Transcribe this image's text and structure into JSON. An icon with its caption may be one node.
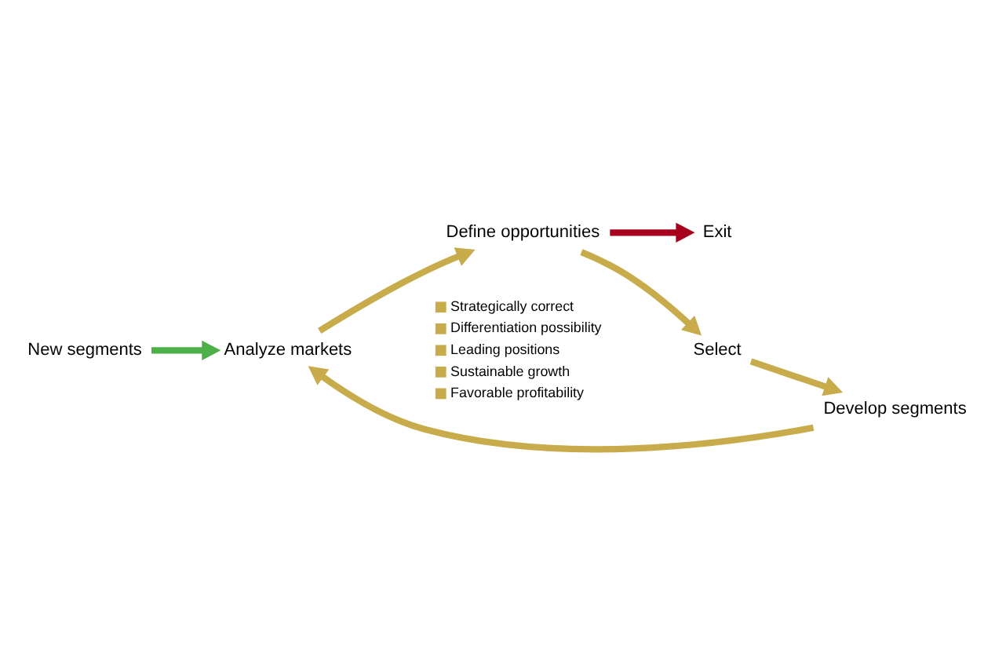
{
  "diagram": {
    "nodes": [
      {
        "text": [
          "New segments"
        ]
      },
      {
        "text": [
          "Analyze markets"
        ]
      },
      {
        "text": [
          "Define opportunities"
        ]
      },
      {
        "text": [
          "Exit"
        ]
      },
      {
        "text": [
          "Select"
        ]
      },
      {
        "text": [
          "Develop segments"
        ]
      }
    ],
    "edges": [
      {
        "from": 0,
        "to": 1,
        "arrow": "to",
        "color": "#4caf47"
      },
      {
        "from": 1,
        "to": 2,
        "arrow": "to"
      },
      {
        "from": 2,
        "to": 3,
        "arrow": "to",
        "color": "#a8001c"
      },
      {
        "from": 2,
        "to": 4,
        "arrow": "to"
      },
      {
        "from": 4,
        "to": 5,
        "arrow": "to"
      },
      {
        "from": 5,
        "to": 1,
        "arrow": "to"
      }
    ],
    "labels": [
      "Strategically correct",
      "Differentiation possibility",
      "Leading positions",
      "Sustainable growth",
      "Favorable profitability"
    ]
  }
}
